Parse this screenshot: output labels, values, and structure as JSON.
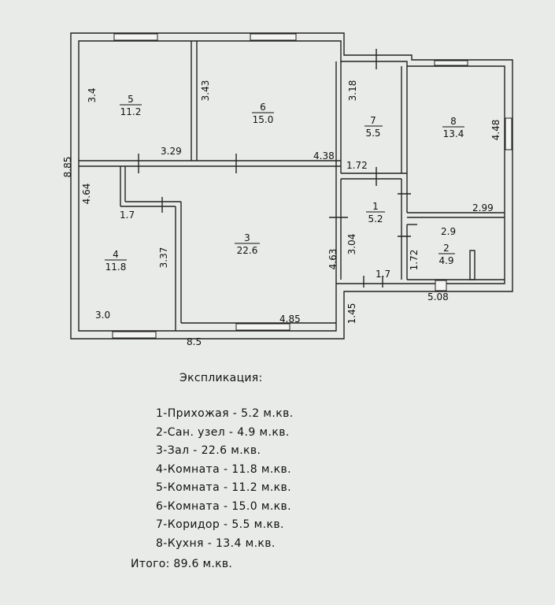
{
  "rooms": [
    {
      "number": "1",
      "area": "5.2"
    },
    {
      "number": "2",
      "area": "4.9"
    },
    {
      "number": "3",
      "area": "22.6"
    },
    {
      "number": "4",
      "area": "11.8"
    },
    {
      "number": "5",
      "area": "11.2"
    },
    {
      "number": "6",
      "area": "15.0"
    },
    {
      "number": "7",
      "area": "5.5"
    },
    {
      "number": "8",
      "area": "13.4"
    }
  ],
  "dimensions": {
    "d_3_4_left": "3.4",
    "d_3_43": "3.43",
    "d_3_18": "3.18",
    "d_4_48": "4.48",
    "d_8_85": "8.85",
    "d_3_29": "3.29",
    "d_4_38": "4.38",
    "d_1_72_top": "1.72",
    "d_4_64": "4.64",
    "d_1_7_left": "1.7",
    "d_3_37": "3.37",
    "d_4_63": "4.63",
    "d_3_04": "3.04",
    "d_2_99": "2.99",
    "d_2_9": "2.9",
    "d_1_72_bath": "1.72",
    "d_1_7_hall": "1.7",
    "d_5_08": "5.08",
    "d_1_45": "1.45",
    "d_3_0": "3.0",
    "d_4_85": "4.85",
    "d_8_5": "8.5"
  },
  "legend": {
    "title": "Экспликация:",
    "items": [
      "1-Прихожая - 5.2 м.кв.",
      "2-Сан. узел - 4.9 м.кв.",
      "3-Зал - 22.6 м.кв.",
      "4-Комната - 11.8 м.кв.",
      "5-Комната - 11.2 м.кв.",
      "6-Комната - 15.0 м.кв.",
      "7-Коридор - 5.5 м.кв.",
      "8-Кухня - 13.4 м.кв."
    ],
    "total": "Итого: 89.6 м.кв."
  }
}
